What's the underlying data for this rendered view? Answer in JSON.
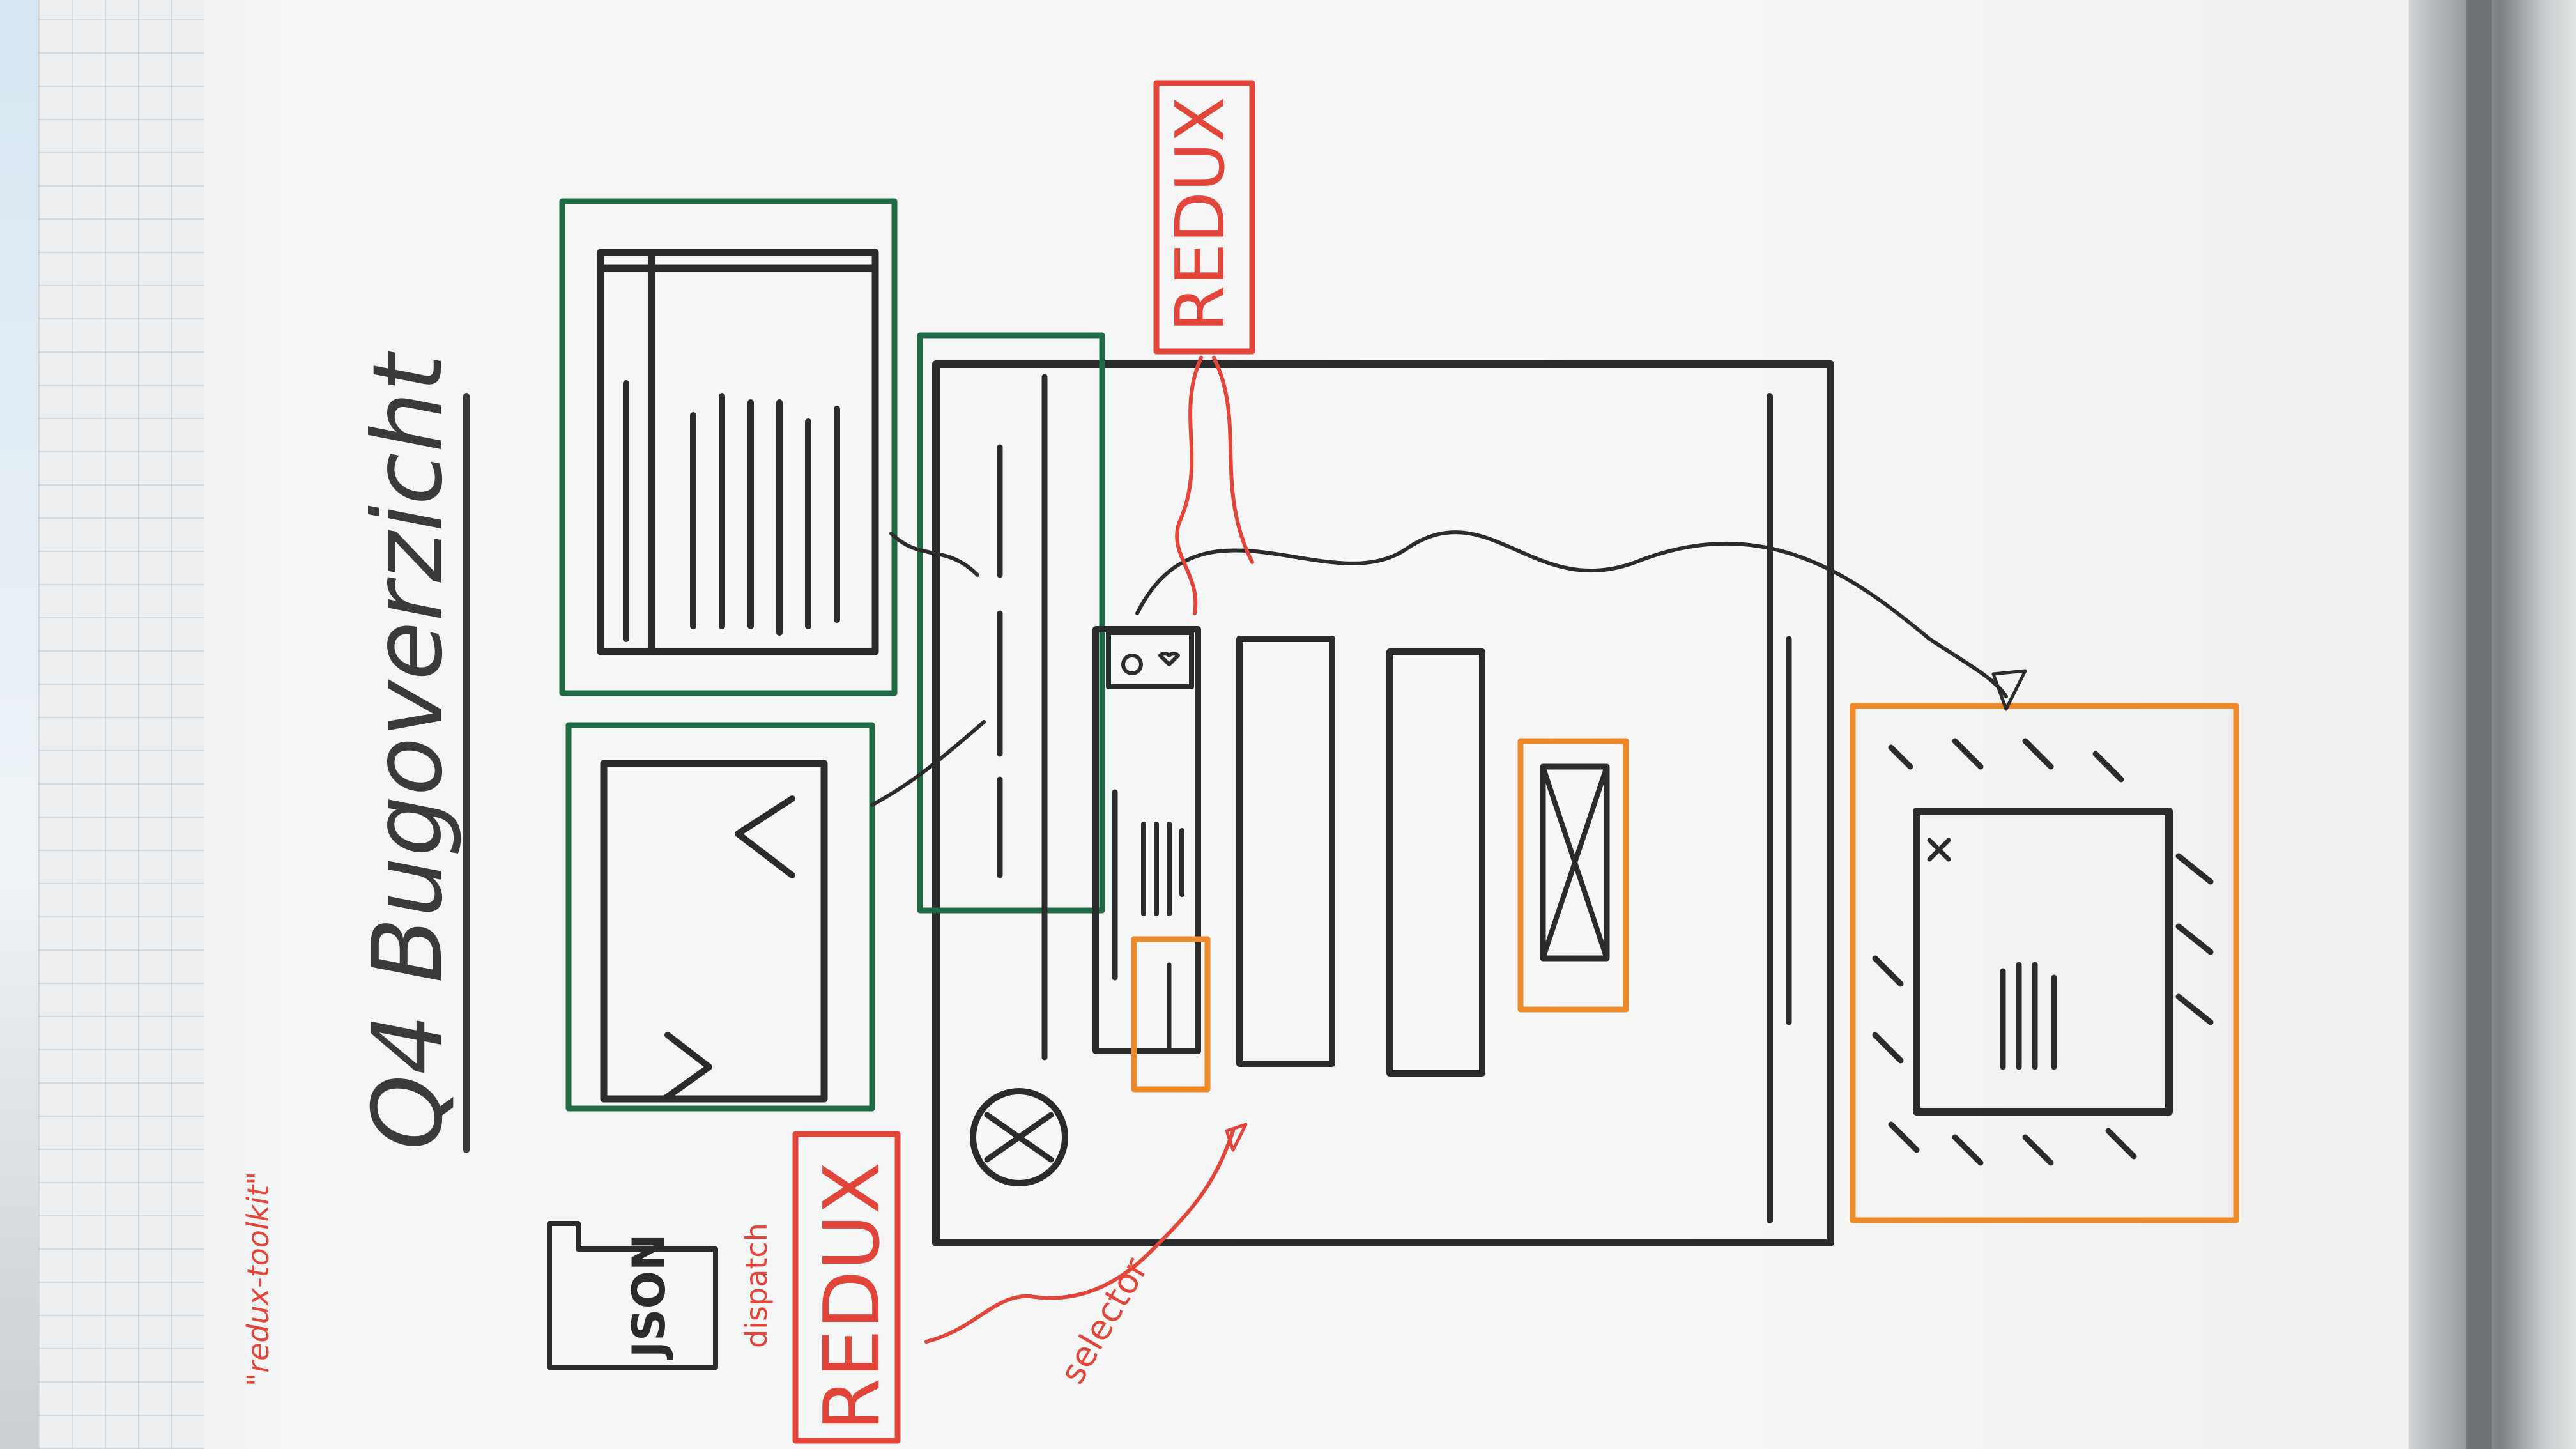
{
  "title": "Q4 Bugoverzicht",
  "note_toolkit": "\"redux-toolkit\"",
  "redux_label_top": "REDUX",
  "redux_label_bottom": "REDUX",
  "json_label": "JSON",
  "dispatch_label": "dispatch",
  "selector_label": "selector",
  "colors": {
    "ink_black": "#2b2b2e",
    "marker_green": "#1f6b45",
    "marker_red": "#e2453a",
    "marker_orange": "#ef8a2b"
  }
}
